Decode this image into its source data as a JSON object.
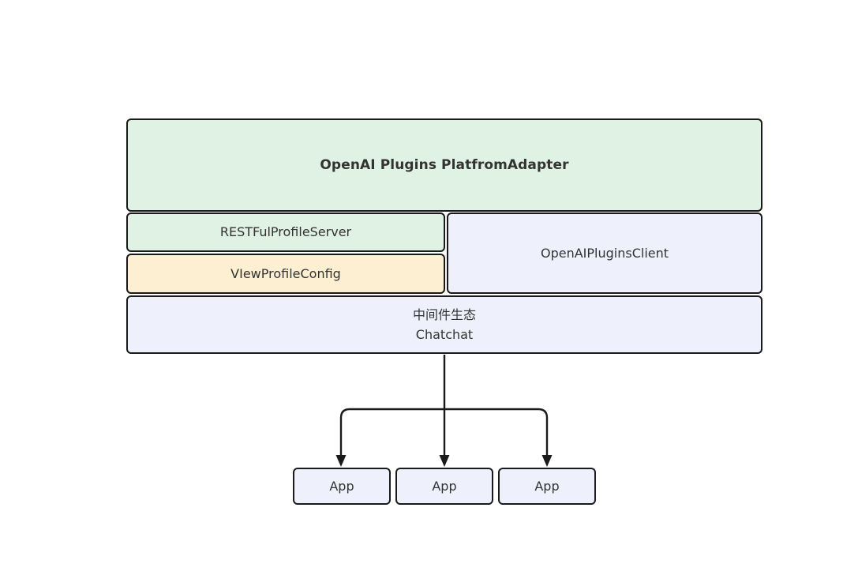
{
  "diagram": {
    "title_node": {
      "label": "OpenAI Plugins PlatfromAdapter",
      "fill": "#dff2e3"
    },
    "middle_left": [
      {
        "label": "RESTFulProfileServer",
        "fill": "#dff2e3"
      },
      {
        "label": "VIewProfileConfig",
        "fill": "#fcefd2"
      }
    ],
    "middle_right": {
      "label": "OpenAIPluginsClient",
      "fill": "#eef1fc"
    },
    "middleware": {
      "line1": "中间件生态",
      "line2": "Chatchat",
      "fill": "#eef1fc"
    },
    "apps": [
      {
        "label": "App",
        "fill": "#eef1fc"
      },
      {
        "label": "App",
        "fill": "#eef1fc"
      },
      {
        "label": "App",
        "fill": "#eef1fc"
      }
    ],
    "colors": {
      "stroke": "#1a1a1a",
      "text": "#333333",
      "background": "#ffffff"
    }
  }
}
